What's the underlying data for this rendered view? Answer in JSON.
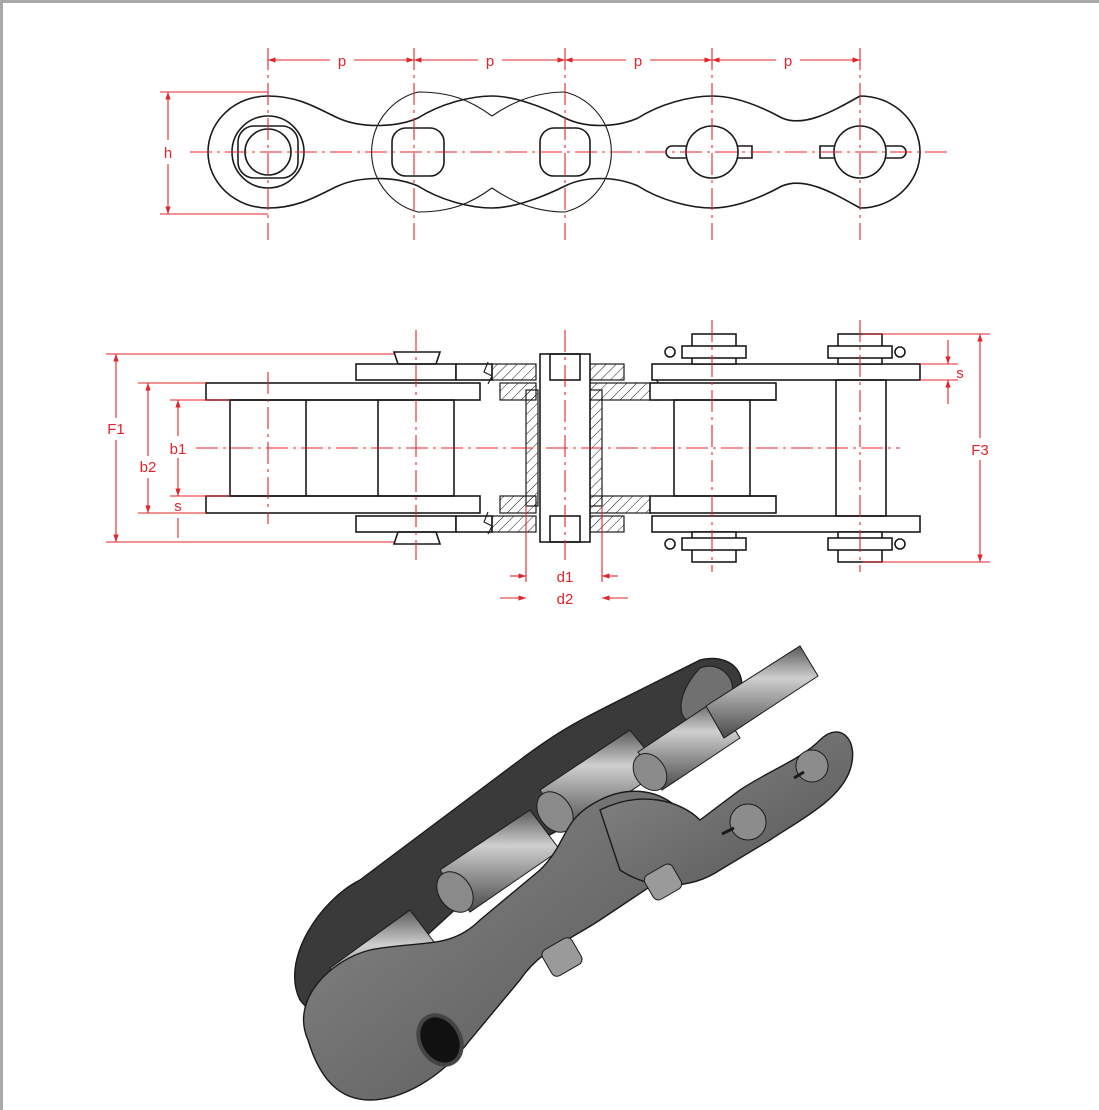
{
  "diagram": {
    "dimension_labels": {
      "pitch": "p",
      "plate_height": "h",
      "overall_width_left": "F1",
      "outer_width": "b2",
      "inner_width": "b1",
      "plate_thickness_left": "s",
      "plate_thickness_right": "s",
      "overall_width_right": "F3",
      "pin_diameter": "d1",
      "roller_diameter": "d2"
    },
    "colors": {
      "dimension": "#e3232a",
      "outline": "#1a1a1a",
      "frame": "#a8a8a8",
      "chain_metal": "#6e6e6e"
    },
    "views": [
      "side-view",
      "top-section-view",
      "isometric-view"
    ]
  }
}
